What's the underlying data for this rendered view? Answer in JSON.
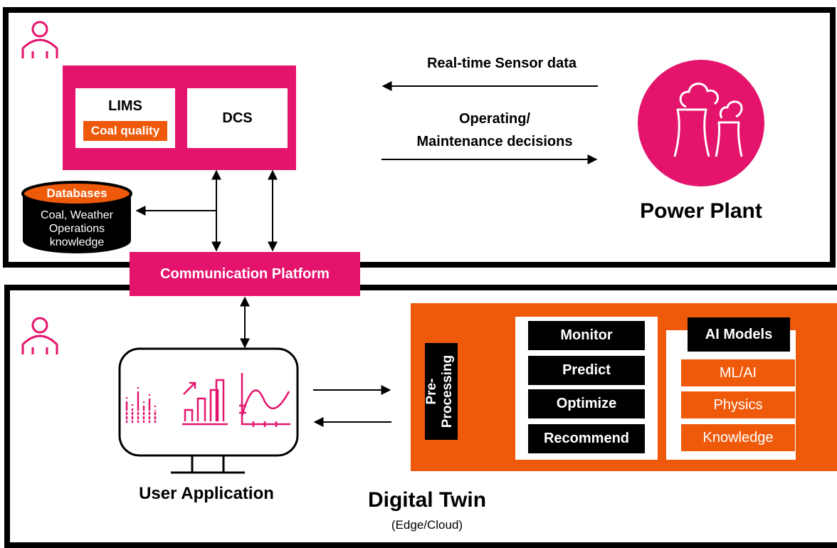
{
  "top_panel": {
    "lims_title": "LIMS",
    "coal_quality": "Coal quality",
    "dcs_title": "DCS",
    "sensor_label": "Real-time Sensor data",
    "decisions_label_line1": "Operating/",
    "decisions_label_line2": "Maintenance decisions",
    "power_plant_label": "Power Plant",
    "databases_title": "Databases",
    "databases_line1": "Coal, Weather",
    "databases_line2": "Operations",
    "databases_line3": "knowledge"
  },
  "communication_platform": "Communication Platform",
  "bottom_panel": {
    "user_application": "User Application",
    "preprocessing_line1": "Pre-",
    "preprocessing_line2": "Processing",
    "functions": [
      "Monitor",
      "Predict",
      "Optimize",
      "Recommend"
    ],
    "ai_models_title": "AI Models",
    "ai_models": [
      "ML/AI",
      "Physics",
      "Knowledge"
    ],
    "digital_twin_title": "Digital Twin",
    "digital_twin_subtitle": "(Edge/Cloud)"
  },
  "colors": {
    "accent_pink": "#e4146d",
    "accent_orange": "#ef5a0a",
    "frame": "#000000"
  },
  "icons": [
    "user-icon",
    "power-plant-icon",
    "database-icon",
    "monitor-icon",
    "bar-chart-icon",
    "trend-chart-icon",
    "curve-chart-icon"
  ]
}
